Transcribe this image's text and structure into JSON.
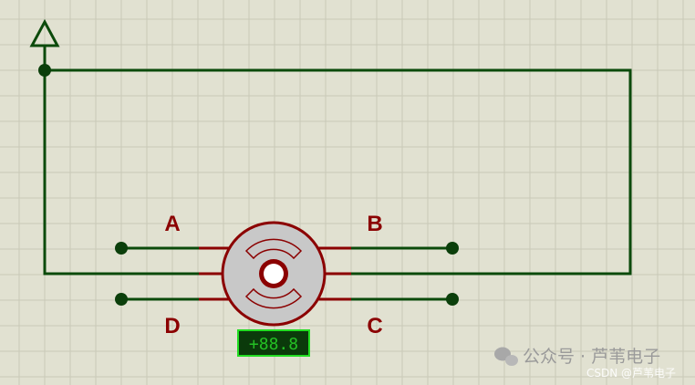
{
  "pins": {
    "a": "A",
    "b": "B",
    "c": "C",
    "d": "D"
  },
  "display": {
    "value": "+88.8"
  },
  "watermark": {
    "channel": "公众号 · 芦苇电子",
    "credit": "CSDN @芦苇电子"
  },
  "colors": {
    "background": "#e1e1d1",
    "grid": "#c9c9b8",
    "wire": "#0b4a0b",
    "junction": "#0b3f0b",
    "pin": "#8b0000",
    "motor_body": "#c8c8c8",
    "display_bg": "#0b3a0b",
    "display_border": "#22dd22"
  },
  "icons": {
    "power_terminal": "up-arrow-terminal-icon",
    "motor": "stepper-motor-icon",
    "watermark": "wechat-icon"
  }
}
